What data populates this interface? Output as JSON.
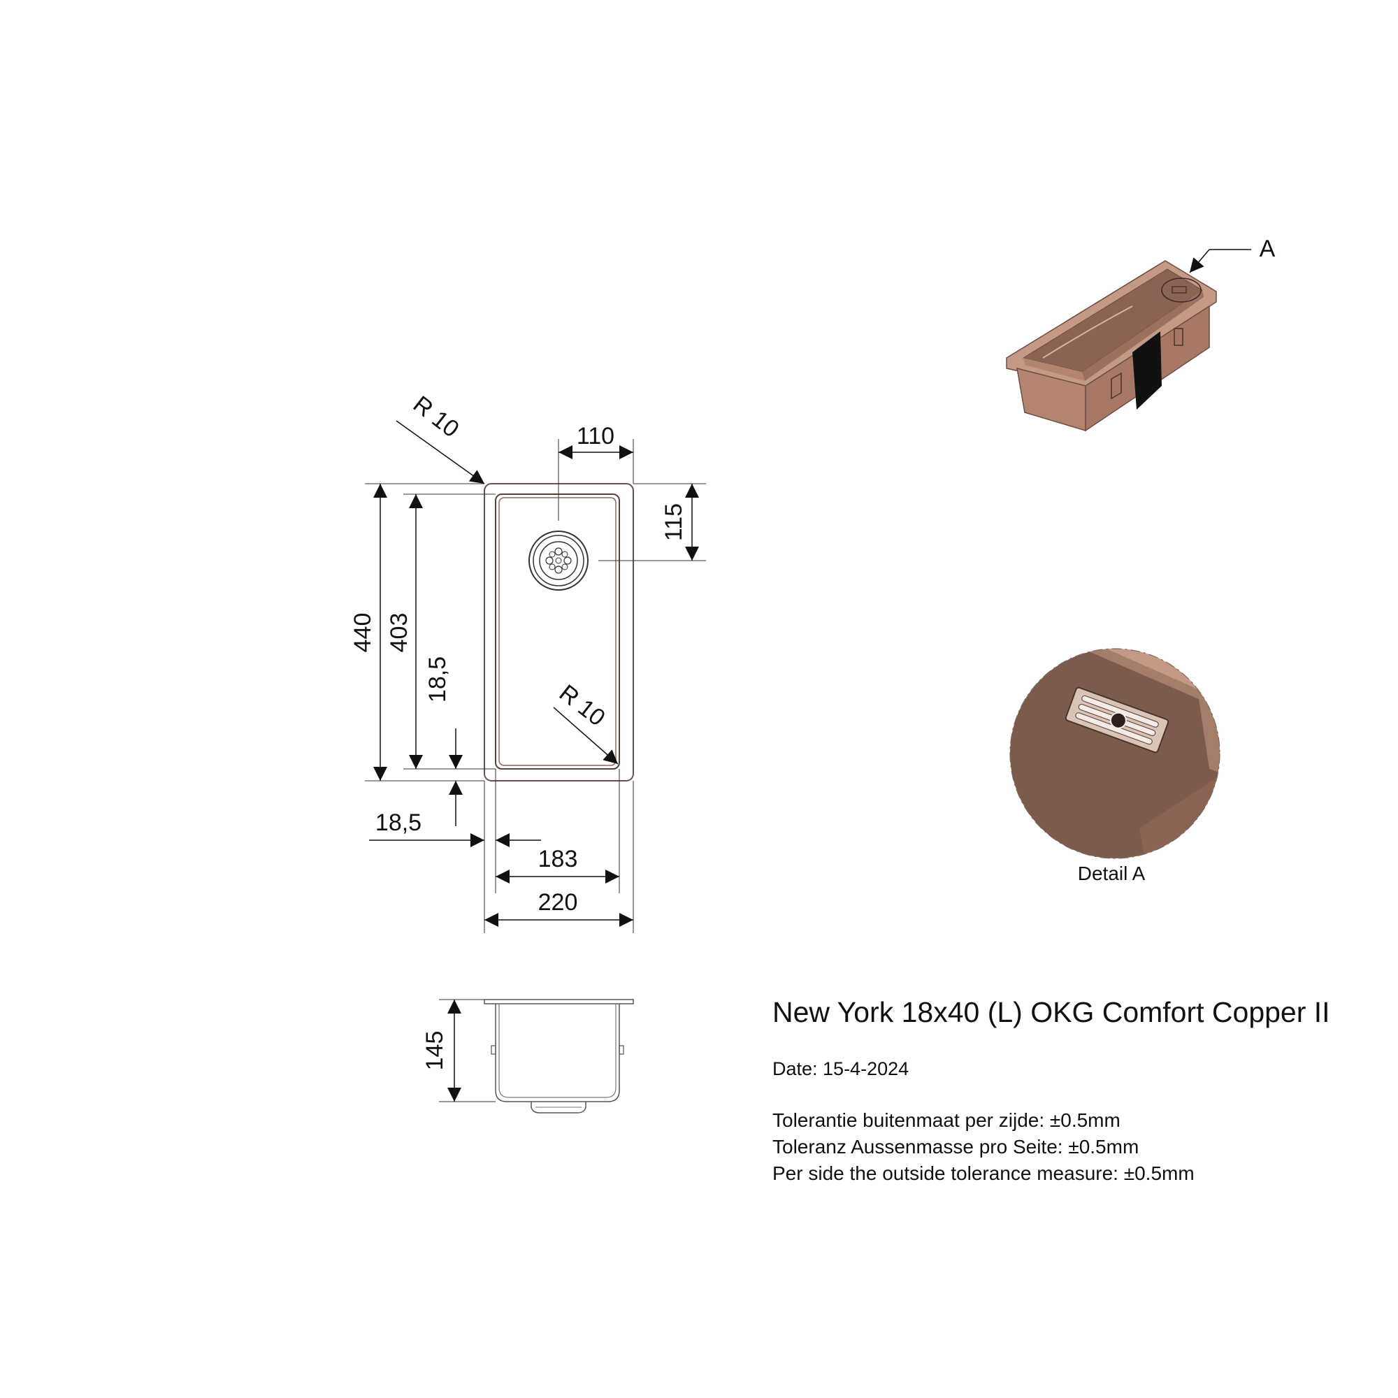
{
  "title": "New York 18x40 (L) OKG Comfort Copper II",
  "date": "Date: 15-4-2024",
  "tolerances": [
    "Tolerantie buitenmaat per zijde: ±0.5mm",
    "Toleranz Aussenmasse pro Seite: ±0.5mm",
    "Per side the outside tolerance measure: ±0.5mm"
  ],
  "dimensions": {
    "radius_outer": "R 10",
    "radius_inner": "R 10",
    "drain_offset_x": "110",
    "drain_offset_y": "115",
    "outer_length": "440",
    "inner_length": "403",
    "flange_top": "18,5",
    "flange_side": "18,5",
    "inner_width": "183",
    "outer_width": "220",
    "depth": "145"
  },
  "detail_callout": "A",
  "detail_caption": "Detail A",
  "colors": {
    "copper_light": "#c49a86",
    "copper_mid": "#a87866",
    "copper_dark": "#8a6353",
    "line": "#111111"
  }
}
